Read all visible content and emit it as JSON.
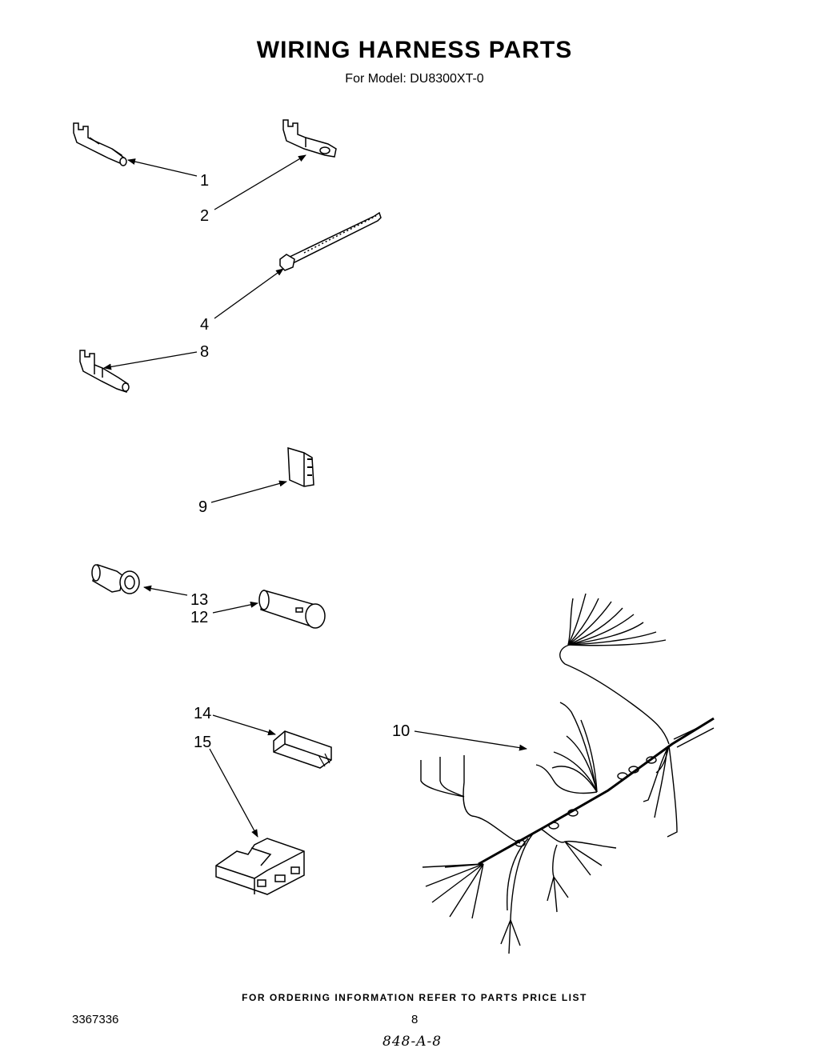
{
  "header": {
    "title": "WIRING HARNESS PARTS",
    "subtitle": "For Model: DU8300XT-0"
  },
  "callouts": [
    {
      "id": "1",
      "label": "1"
    },
    {
      "id": "2",
      "label": "2"
    },
    {
      "id": "4",
      "label": "4"
    },
    {
      "id": "8",
      "label": "8"
    },
    {
      "id": "9",
      "label": "9"
    },
    {
      "id": "13",
      "label": "13"
    },
    {
      "id": "12",
      "label": "12"
    },
    {
      "id": "14",
      "label": "14"
    },
    {
      "id": "15",
      "label": "15"
    },
    {
      "id": "10",
      "label": "10"
    }
  ],
  "footer": {
    "order_note": "FOR ORDERING INFORMATION REFER TO PARTS PRICE LIST",
    "doc_number": "3367336",
    "page_number": "8",
    "handwritten_code": "848-A-8"
  }
}
